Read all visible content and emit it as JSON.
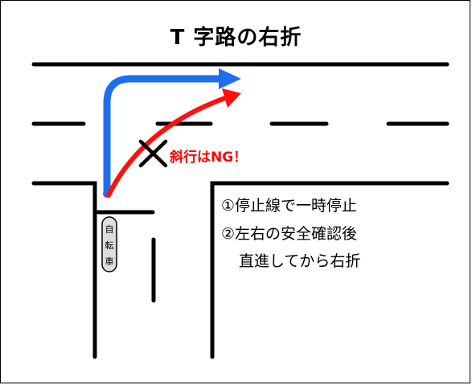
{
  "title": "T 字路の右折",
  "warning_label": "斜行はNG！",
  "instructions": [
    "①停止線で一時停止",
    "②左右の安全確認後",
    "　直進してから右折"
  ],
  "bicycle_label": [
    "自",
    "転",
    "車"
  ],
  "colors": {
    "correct_path": "#1e6ff0",
    "wrong_path": "#ff1010",
    "road_lines": "#000000",
    "background": "#ffffff"
  }
}
